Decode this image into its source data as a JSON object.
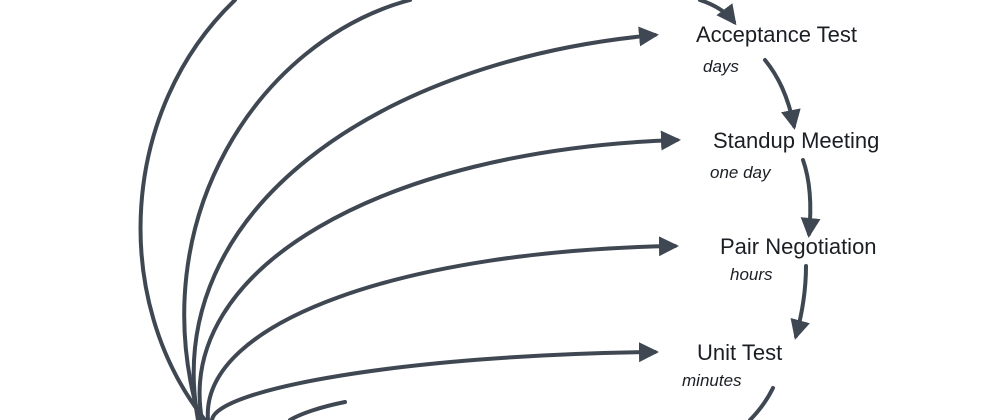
{
  "colors": {
    "arrow": "#3f4852",
    "text": "#1b1f24",
    "background": "#ffffff"
  },
  "stages": [
    {
      "id": "acceptance",
      "title": "Acceptance Test",
      "duration": "days"
    },
    {
      "id": "standup",
      "title": "Standup Meeting",
      "duration": "one day"
    },
    {
      "id": "pair",
      "title": "Pair Negotiation",
      "duration": "hours"
    },
    {
      "id": "unit",
      "title": "Unit Test",
      "duration": "minutes"
    }
  ]
}
